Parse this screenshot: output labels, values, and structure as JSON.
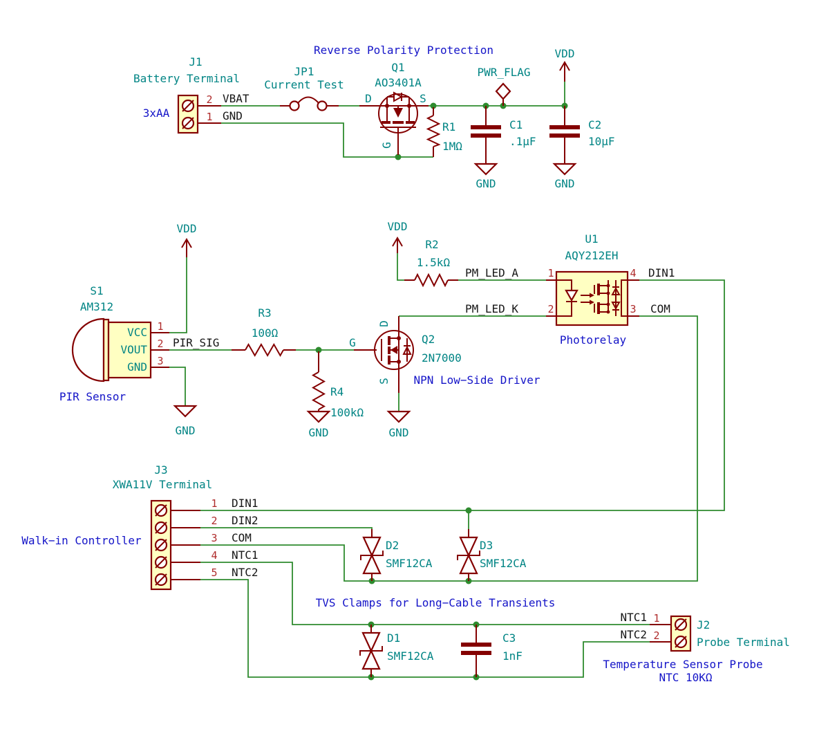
{
  "schematic": {
    "power": {
      "vdd": "VDD",
      "gnd": "GND",
      "pwr_flag": "PWR_FLAG"
    },
    "nets": {
      "vbat": "VBAT",
      "gnd": "GND",
      "pir_sig": "PIR_SIG",
      "pm_led_a": "PM_LED_A",
      "pm_led_k": "PM_LED_K",
      "din1": "DIN1",
      "din2": "DIN2",
      "com": "COM",
      "ntc1": "NTC1",
      "ntc2": "NTC2"
    },
    "components": {
      "j1": {
        "ref": "J1",
        "value": "Battery Terminal",
        "pins": [
          {
            "num": "2",
            "label": "VBAT"
          },
          {
            "num": "1",
            "label": "GND"
          }
        ]
      },
      "jp1": {
        "ref": "JP1",
        "value": "Current Test"
      },
      "q1": {
        "ref": "Q1",
        "value": "AO3401A",
        "pins": {
          "d": "D",
          "s": "S",
          "g": "G"
        }
      },
      "r1": {
        "ref": "R1",
        "value": "1MΩ"
      },
      "c1": {
        "ref": "C1",
        "value": ".1µF"
      },
      "c2": {
        "ref": "C2",
        "value": "10µF"
      },
      "s1": {
        "ref": "S1",
        "value": "AM312",
        "pins": [
          {
            "num": "1",
            "name": "VCC"
          },
          {
            "num": "2",
            "name": "VOUT"
          },
          {
            "num": "3",
            "name": "GND"
          }
        ]
      },
      "r2": {
        "ref": "R2",
        "value": "1.5kΩ"
      },
      "r3": {
        "ref": "R3",
        "value": "100Ω"
      },
      "r4": {
        "ref": "R4",
        "value": "100kΩ"
      },
      "q2": {
        "ref": "Q2",
        "value": "2N7000",
        "pins": {
          "d": "D",
          "s": "S",
          "g": "G"
        }
      },
      "u1": {
        "ref": "U1",
        "value": "AQY212EH",
        "pins": [
          {
            "num": "1"
          },
          {
            "num": "2"
          },
          {
            "num": "3"
          },
          {
            "num": "4"
          }
        ]
      },
      "j3": {
        "ref": "J3",
        "value": "XWA11V Terminal",
        "pins": [
          {
            "num": "1",
            "label": "DIN1"
          },
          {
            "num": "2",
            "label": "DIN2"
          },
          {
            "num": "3",
            "label": "COM"
          },
          {
            "num": "4",
            "label": "NTC1"
          },
          {
            "num": "5",
            "label": "NTC2"
          }
        ]
      },
      "d1": {
        "ref": "D1",
        "value": "SMF12CA"
      },
      "d2": {
        "ref": "D2",
        "value": "SMF12CA"
      },
      "d3": {
        "ref": "D3",
        "value": "SMF12CA"
      },
      "c3": {
        "ref": "C3",
        "value": "1nF"
      },
      "j2": {
        "ref": "J2",
        "value": "Probe Terminal",
        "pins": [
          {
            "num": "1",
            "label": "NTC1"
          },
          {
            "num": "2",
            "label": "NTC2"
          }
        ]
      }
    },
    "notes": {
      "reverse_polarity": "Reverse Polarity Protection",
      "battery": "3xAA",
      "pir": "PIR Sensor",
      "driver": "NPN Low−Side Driver",
      "photorelay": "Photorelay",
      "controller": "Walk−in Controller",
      "tvs": "TVS Clamps for Long−Cable Transients",
      "probe1": "Temperature Sensor Probe",
      "probe2": "NTC 10KΩ"
    },
    "colors": {
      "wire": "#2E8B2E",
      "device": "#840000",
      "body_fill": "#FFFFC2",
      "field": "#008484",
      "label": "#161616",
      "note": "#1414C8",
      "pin_number": "#AF2B2B"
    }
  }
}
